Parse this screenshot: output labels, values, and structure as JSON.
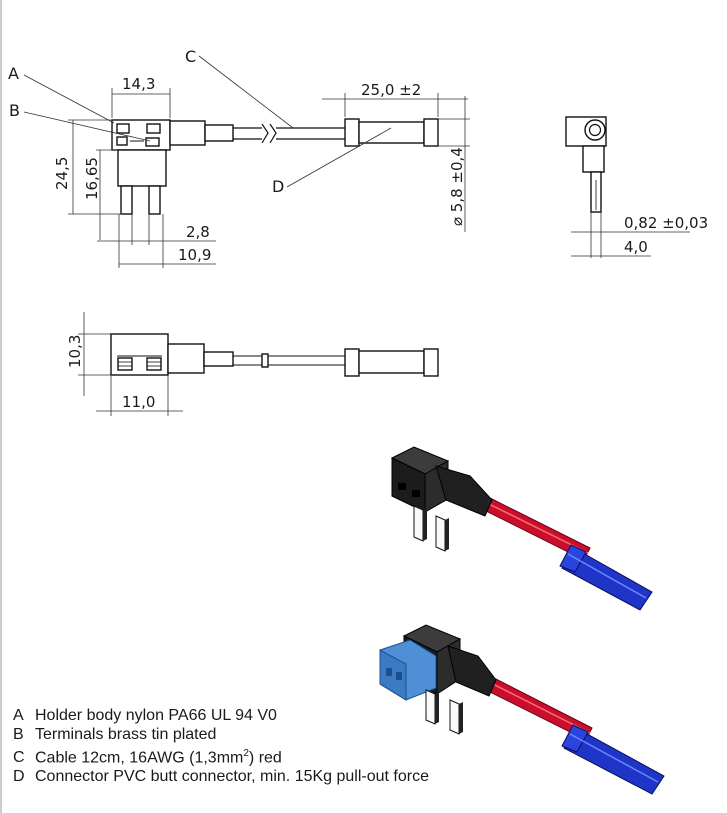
{
  "callouts": {
    "a": "A",
    "b": "B",
    "c": "C",
    "d": "D"
  },
  "dims": {
    "width_top": "14,3",
    "cable_len": "25,0 ±2",
    "height_total": "24,5",
    "height_body": "16,65",
    "diameter": "⌀ 5,8 ±0,4",
    "pin_gap": "2,8",
    "pin_span": "10,9",
    "side_height": "10,3",
    "side_width": "11,0",
    "pin_thick": "0,82 ±0,03",
    "pin_width": "4,0"
  },
  "colors": {
    "cable": "#c8102e",
    "connector": "#1f35c8",
    "holder": "#1c1c1c",
    "fuse": "#4f8fd6"
  },
  "legend": [
    {
      "key": "A",
      "text": "Holder body nylon PA66 UL 94 V0"
    },
    {
      "key": "B",
      "text": "Terminals brass tin plated"
    },
    {
      "key": "C",
      "text": "Cable 12cm, 16AWG (1,3mm",
      "sup": "2",
      "tail": ") red"
    },
    {
      "key": "D",
      "text": "Connector PVC butt connector, min. 15Kg pull-out force"
    }
  ]
}
